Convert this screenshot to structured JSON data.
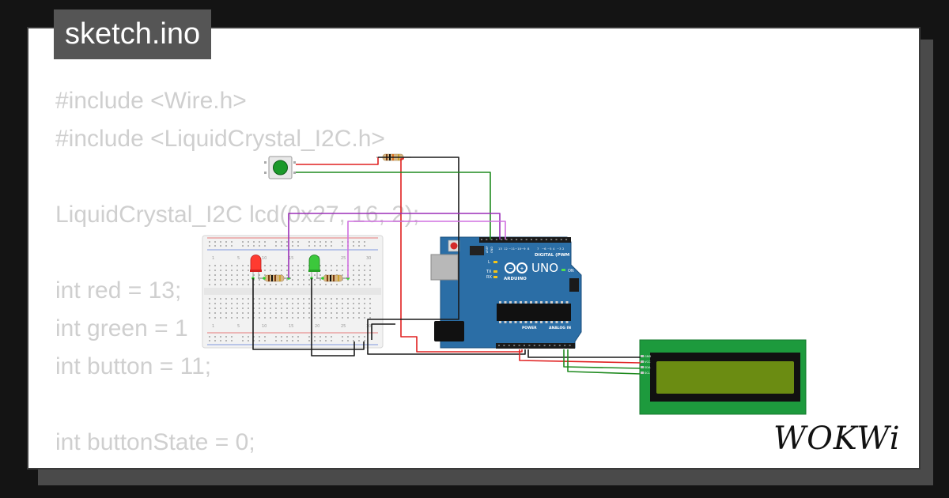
{
  "file_tab": {
    "label": "sketch.ino"
  },
  "code_lines": [
    "#include <Wire.h>",
    "#include <LiquidCrystal_I2C.h>",
    "",
    "LiquidCrystal_I2C lcd(0x27, 16, 2);",
    "",
    "int red = 13;",
    "int green = 1",
    "int button = 11;",
    "",
    "int buttonState = 0;"
  ],
  "brand": {
    "logo_text": "WOKWi"
  },
  "arduino": {
    "model": "UNO",
    "maker": "ARDUINO",
    "digital_label": "DIGITAL (PWM ~)",
    "power_label": "POWER",
    "analog_label": "ANALOG IN",
    "on_label": "ON",
    "tx_label": "TX",
    "rx_label": "RX",
    "l_label": "L",
    "aref_label": "AREF",
    "gnd_label": "GND",
    "pin_labels": [
      "13",
      "12",
      "~11",
      "~10",
      "~9",
      "8",
      "7",
      "~6",
      "~5",
      "4",
      "~3",
      "2",
      "TX 1",
      "RX 0"
    ]
  },
  "breadboard": {
    "column_numbers": [
      "1",
      "5",
      "10",
      "15",
      "20",
      "25",
      "30"
    ]
  },
  "lcd": {
    "pin_labels": [
      "GND",
      "VCC",
      "SDA",
      "SCL"
    ]
  },
  "colors": {
    "wire_red": "#e02020",
    "wire_green": "#1f8a1f",
    "wire_black": "#1a1a1a",
    "wire_purple": "#9b2fb8",
    "wire_violet": "#d070e0",
    "arduino_blue": "#2b6ea6",
    "lcd_green": "#1d9a3d",
    "lcd_screen": "#6b8c12",
    "led_red": "#ff3b30",
    "led_green": "#3cc83c",
    "button_cap": "#1c9a2b"
  }
}
